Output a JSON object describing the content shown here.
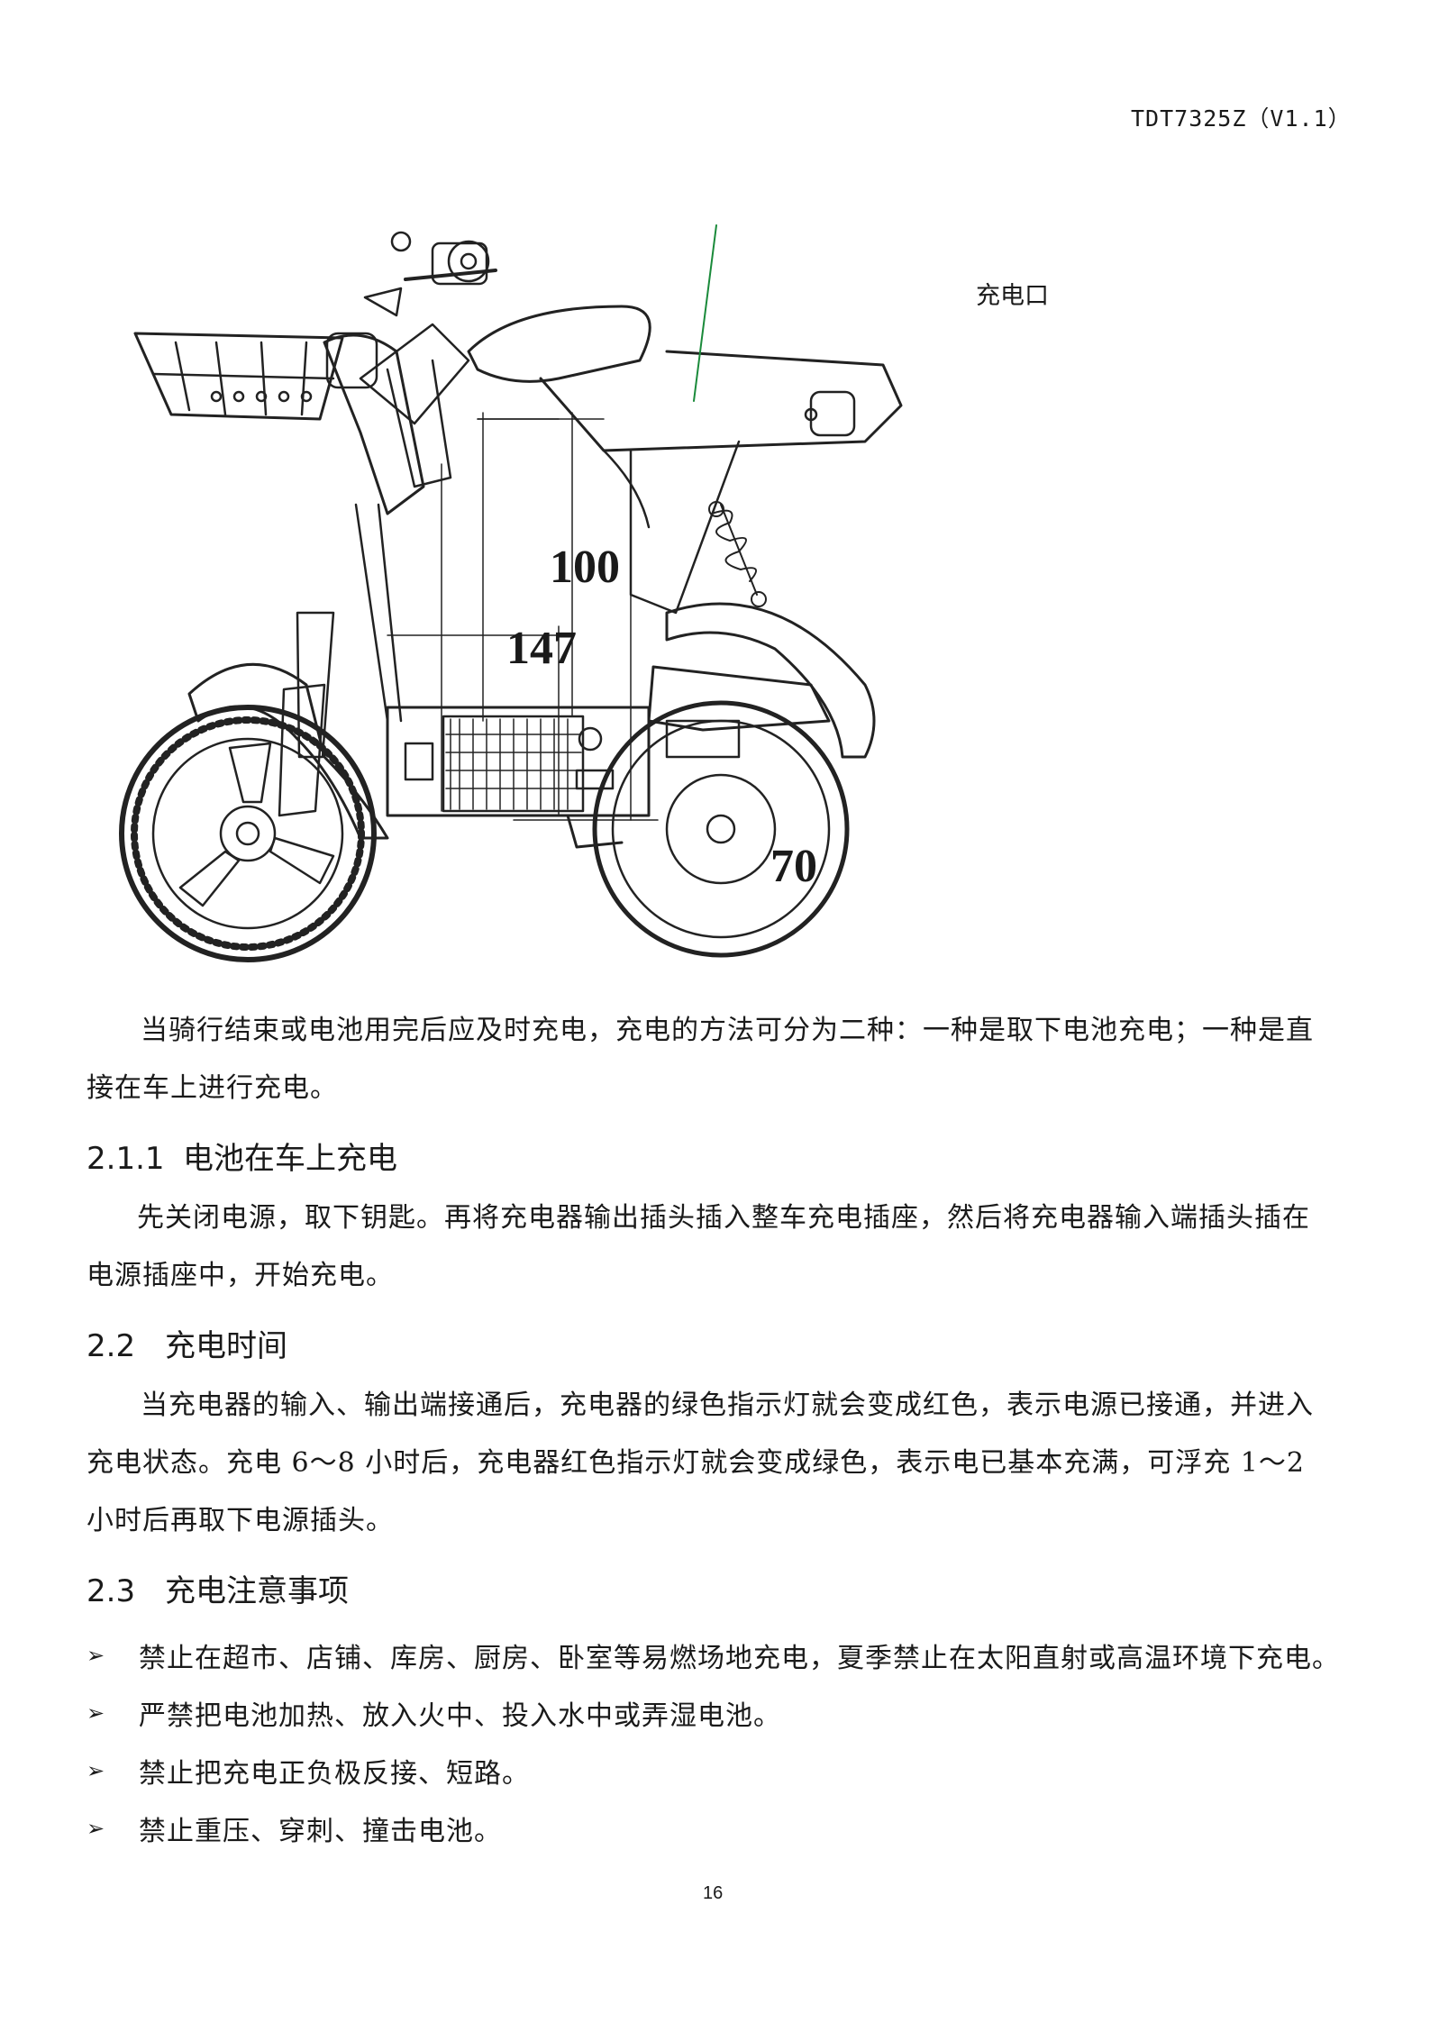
{
  "header": {
    "doc_code": "TDT7325Z（V1.1）"
  },
  "figure": {
    "port_label": "充电口",
    "dim_100": "100",
    "dim_147": "147",
    "dim_70": "70",
    "leader_color": "#1a8a3a"
  },
  "intro": {
    "line1": "当骑行结束或电池用完后应及时充电，充电的方法可分为二种：一种是取下电池充电；一种是直",
    "line2": "接在车上进行充电。"
  },
  "sec_211": {
    "number": "2.1.1",
    "title": "电池在车上充电",
    "line1": "先关闭电源，取下钥匙。再将充电器输出插头插入整车充电插座，然后将充电器输入端插头插在",
    "line2": "电源插座中，开始充电。"
  },
  "sec_22": {
    "number": "2.2",
    "title": "充电时间",
    "line1": "当充电器的输入、输出端接通后，充电器的绿色指示灯就会变成红色，表示电源已接通，并进入",
    "line2": "充电状态。充电 6～8 小时后，充电器红色指示灯就会变成绿色，表示电已基本充满，可浮充 1～2",
    "line3": "小时后再取下电源插头。"
  },
  "sec_23": {
    "number": "2.3",
    "title": "充电注意事项",
    "items": [
      "禁止在超市、店铺、库房、厨房、卧室等易燃场地充电，夏季禁止在太阳直射或高温环境下充电。",
      "严禁把电池加热、放入火中、投入水中或弄湿电池。",
      "禁止把充电正负极反接、短路。",
      "禁止重压、穿刺、撞击电池。"
    ],
    "bullet_mark": "➢"
  },
  "footer": {
    "page_number": "16"
  }
}
